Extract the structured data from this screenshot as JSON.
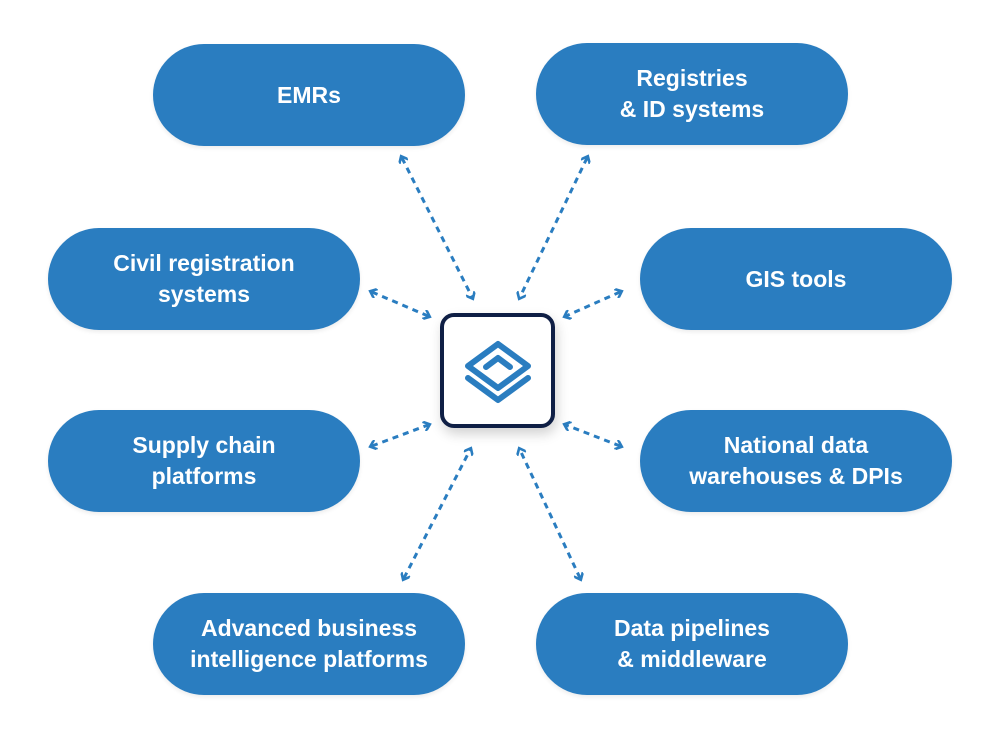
{
  "diagram": {
    "center": {
      "icon": "layers-icon",
      "label": ""
    },
    "accent_color": "#2a7dc0",
    "hub_border_color": "#0f1f45",
    "nodes": [
      {
        "id": "emrs",
        "label": "EMRs"
      },
      {
        "id": "registries",
        "label": "Registries\n& ID systems"
      },
      {
        "id": "civil",
        "label": "Civil registration\nsystems"
      },
      {
        "id": "gis",
        "label": "GIS tools"
      },
      {
        "id": "supply",
        "label": "Supply chain\nplatforms"
      },
      {
        "id": "national",
        "label": "National data\nwarehouses & DPIs"
      },
      {
        "id": "advanced",
        "label": "Advanced business\nintelligence platforms"
      },
      {
        "id": "pipelines",
        "label": "Data pipelines\n& middleware"
      }
    ],
    "connections": [
      {
        "from": "center",
        "to": "emrs",
        "style": "dashed",
        "direction": "bidirectional"
      },
      {
        "from": "center",
        "to": "registries",
        "style": "dashed",
        "direction": "bidirectional"
      },
      {
        "from": "center",
        "to": "civil",
        "style": "dashed",
        "direction": "bidirectional"
      },
      {
        "from": "center",
        "to": "gis",
        "style": "dashed",
        "direction": "bidirectional"
      },
      {
        "from": "center",
        "to": "supply",
        "style": "dashed",
        "direction": "bidirectional"
      },
      {
        "from": "center",
        "to": "national",
        "style": "dashed",
        "direction": "bidirectional"
      },
      {
        "from": "center",
        "to": "advanced",
        "style": "dashed",
        "direction": "bidirectional"
      },
      {
        "from": "center",
        "to": "pipelines",
        "style": "dashed",
        "direction": "bidirectional"
      }
    ]
  }
}
